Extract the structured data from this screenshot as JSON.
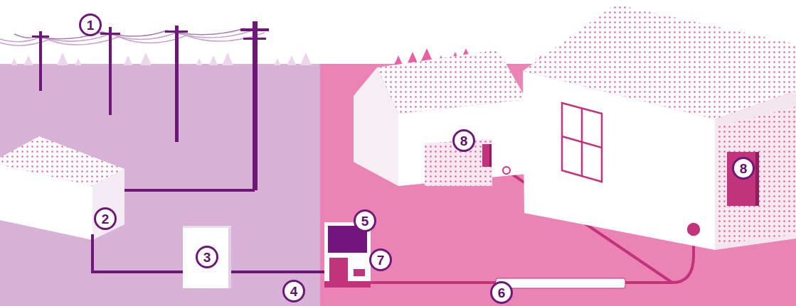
{
  "diagram": {
    "labels": [
      "1",
      "2",
      "3",
      "4",
      "5",
      "6",
      "7",
      "8",
      "8"
    ]
  }
}
